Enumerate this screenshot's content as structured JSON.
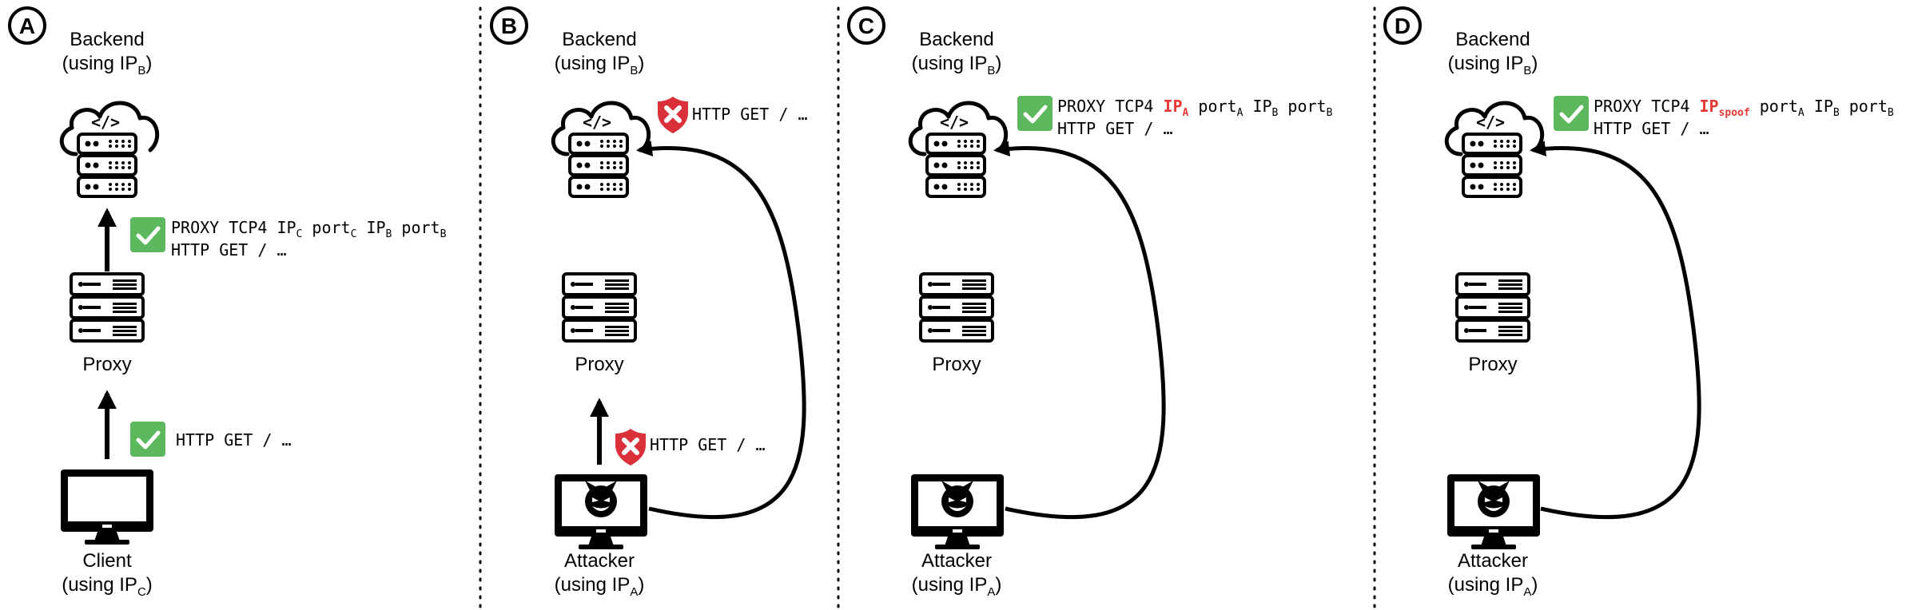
{
  "colors": {
    "ok": "#5cb85c",
    "denied": "#d9303a",
    "highlight": "#e53935",
    "ink": "#000000"
  },
  "panels": [
    {
      "letter": "A"
    },
    {
      "letter": "B"
    },
    {
      "letter": "C"
    },
    {
      "letter": "D"
    }
  ],
  "labels": {
    "backend": "Backend",
    "using": "(using IP",
    "close_paren": ")",
    "sub_B": "B",
    "sub_A": "A",
    "sub_C": "C",
    "proxy": "Proxy",
    "client": "Client",
    "attacker": "Attacker"
  },
  "messages": {
    "http_get": "HTTP GET / …",
    "proxy_prefix": "PROXY TCP4 ",
    "ip": "IP",
    "port": " port",
    "ip_b": " IP",
    "sub_C": "C",
    "sub_B": "B",
    "sub_A": "A",
    "spoof": "spoof"
  },
  "icons": {
    "check": "check-icon",
    "shield": "shield-x-icon",
    "cloud": "cloud-server-icon",
    "server": "server-rack-icon",
    "laptop": "monitor-icon",
    "devil": "devil-face-icon"
  }
}
